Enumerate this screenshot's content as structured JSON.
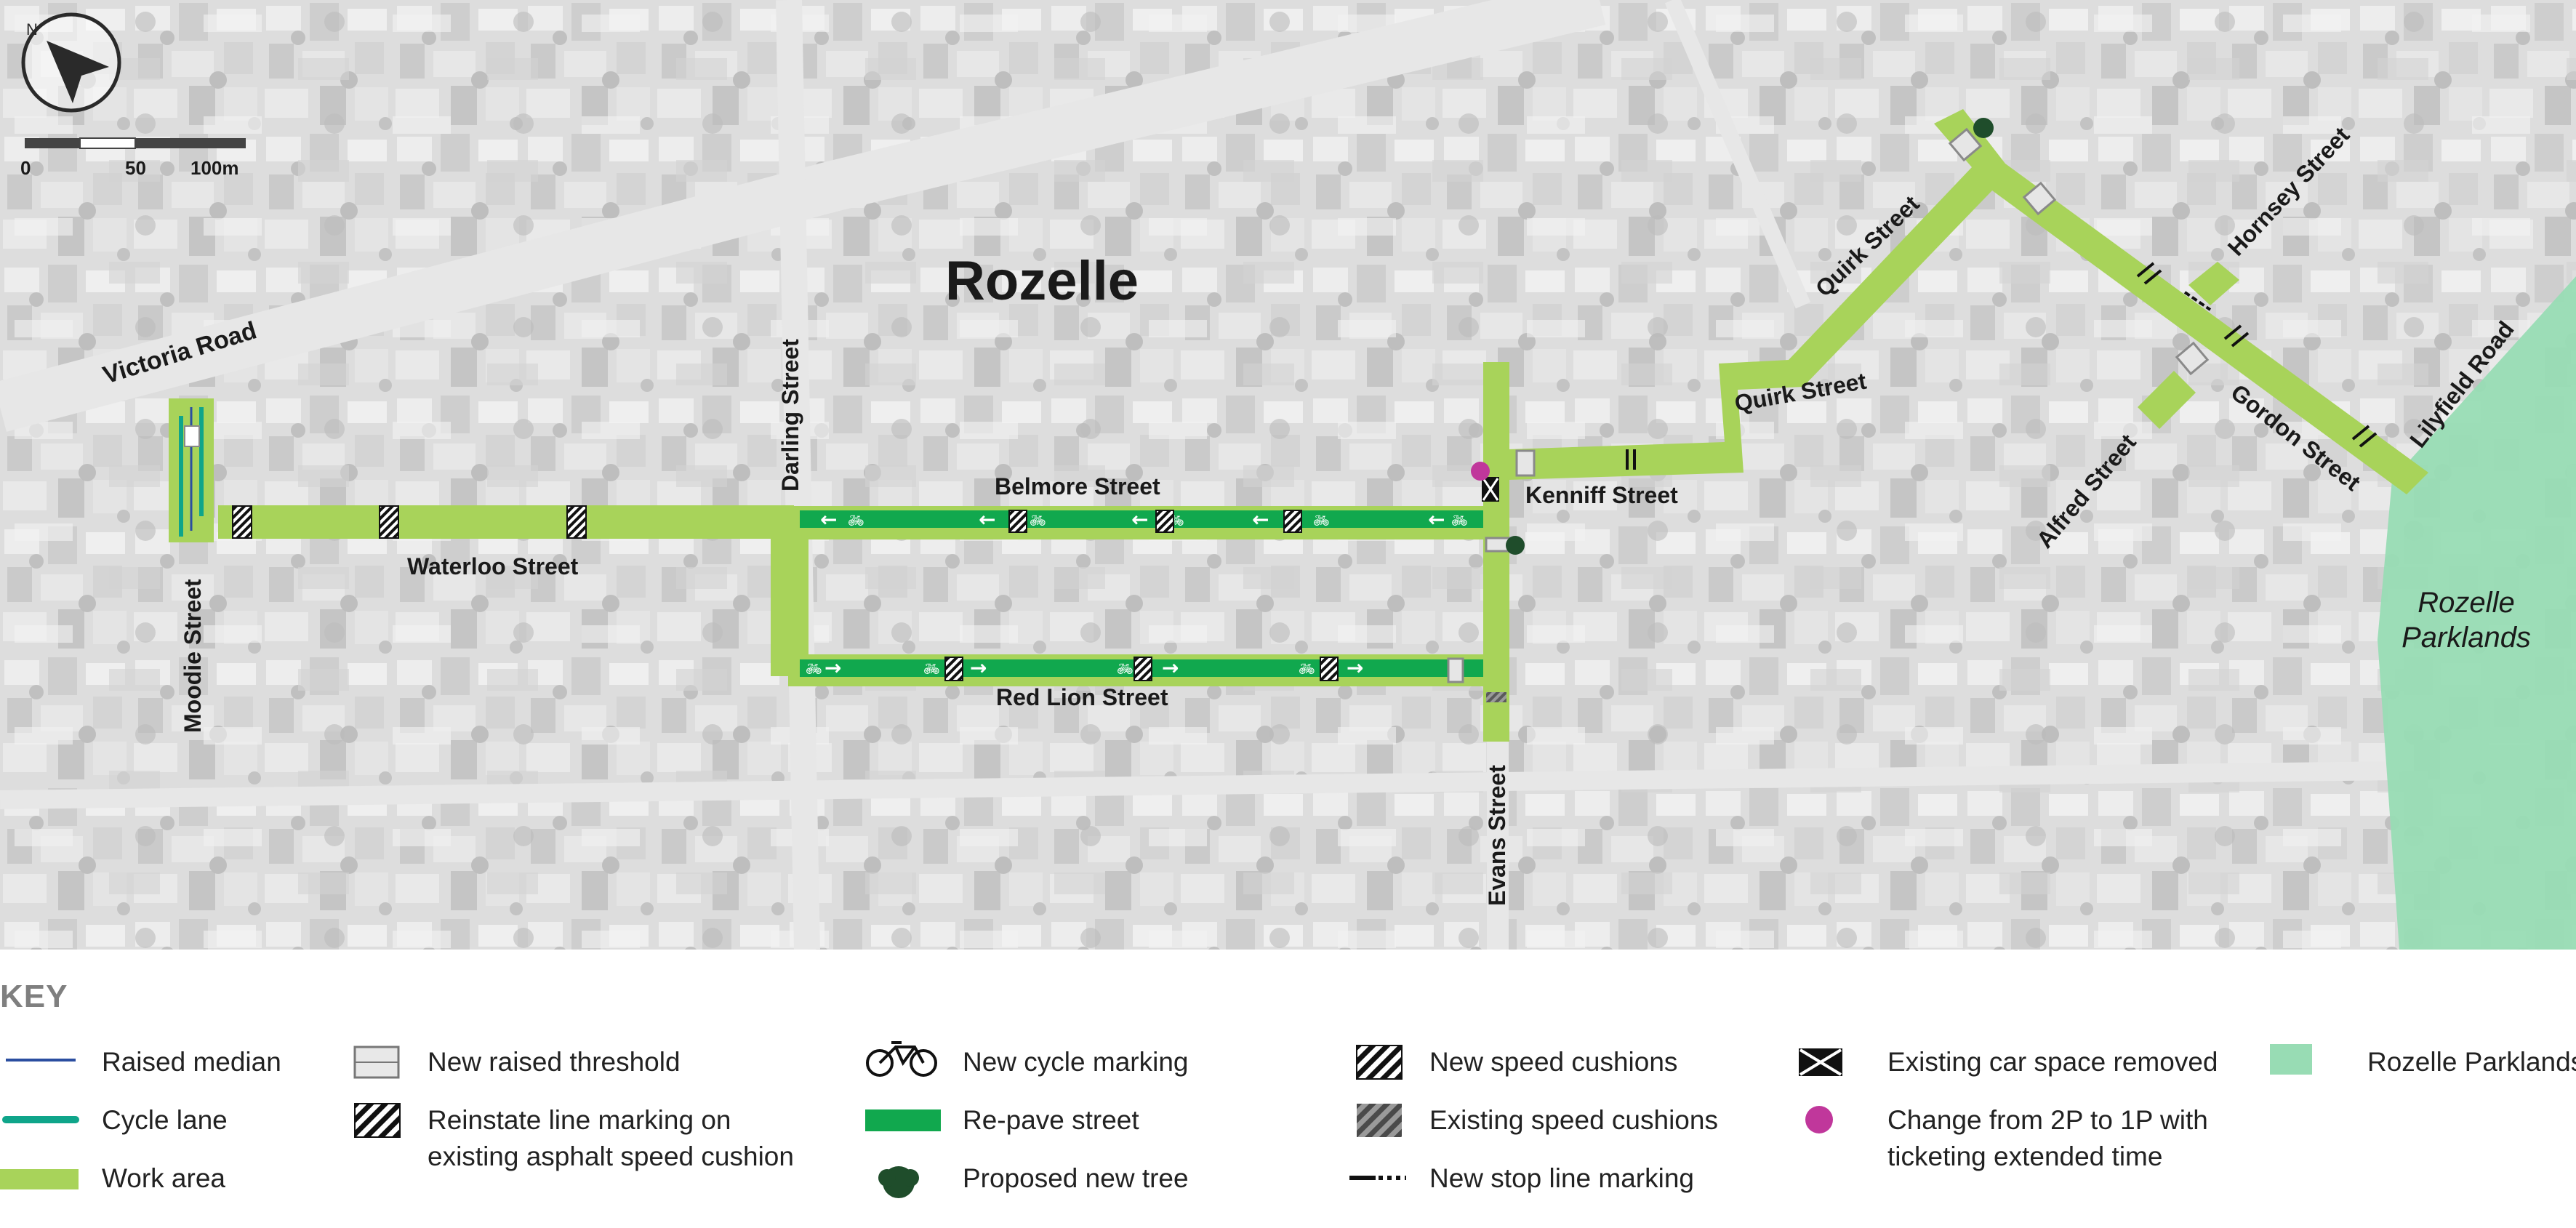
{
  "map": {
    "suburb_label": "Rozelle",
    "park_label_line1": "Rozelle",
    "park_label_line2": "Parklands",
    "scale": {
      "north": "N",
      "zero": "0",
      "mid": "50",
      "end": "100m"
    },
    "streets": {
      "victoria": "Victoria Road",
      "moodie": "Moodie Street",
      "waterloo": "Waterloo Street",
      "darling": "Darling Street",
      "belmore": "Belmore Street",
      "red_lion": "Red Lion Street",
      "evans": "Evans Street",
      "kenniff": "Kenniff Street",
      "quirk_upper": "Quirk Street",
      "quirk_lower": "Quirk Street",
      "hornsey": "Hornsey Street",
      "alfred": "Alfred Street",
      "gordon": "Gordon Street",
      "lilyfield": "Lilyfield Road"
    }
  },
  "colors": {
    "work_area": "#a8d35a",
    "repave": "#11a84e",
    "cycle_lane": "#0fa58a",
    "raised_median": "#2b4ea0",
    "parklands": "#98dcb4",
    "change_dot": "#c0379b",
    "tree": "#1f4d2b"
  },
  "legend": {
    "title": "KEY",
    "items": {
      "raised_median": "Raised median",
      "cycle_lane": "Cycle lane",
      "work_area": "Work area",
      "new_threshold": "New raised threshold",
      "reinstate_l1": "Reinstate line marking on",
      "reinstate_l2": "existing asphalt speed cushion",
      "cycle_marking": "New cycle marking",
      "repave": "Re-pave street",
      "tree": "Proposed new tree",
      "new_cushions": "New speed cushions",
      "existing_cushions": "Existing speed cushions",
      "stop_line": "New stop line marking",
      "car_space": "Existing car space removed",
      "change_l1": "Change from 2P to 1P with",
      "change_l2": "ticketing extended time",
      "parklands": "Rozelle Parklands"
    }
  }
}
